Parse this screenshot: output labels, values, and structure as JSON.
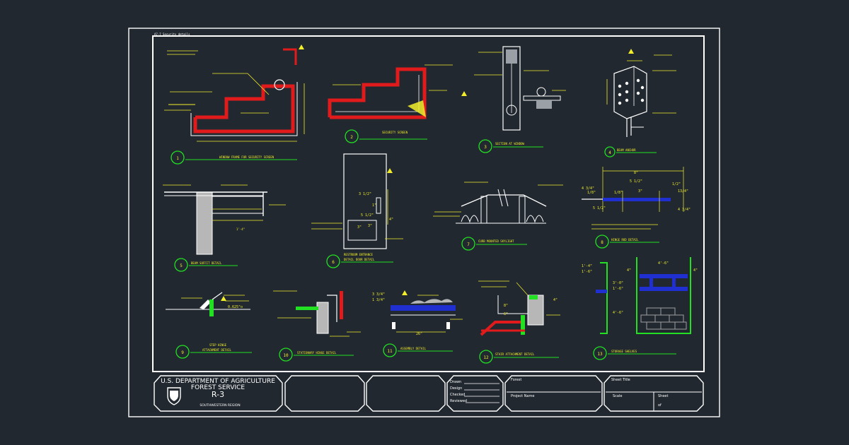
{
  "colors": {
    "background": "#212830",
    "linework": "#ffffff",
    "annotation": "#f2ee2a",
    "callout": "#22e022",
    "hatch_red": "#e11b1b",
    "steel_blue": "#1f2fd0"
  },
  "sheet_tag": "A7-7 Security details",
  "details": [
    {
      "num": "1",
      "title": "WINDOW FRAME FOR SECURITY SCREEN"
    },
    {
      "num": "2",
      "title": "SECURITY SCREEN"
    },
    {
      "num": "3",
      "title": "SECTION AT WINDOW"
    },
    {
      "num": "4",
      "title": "BEAM ANCHOR"
    },
    {
      "num": "5",
      "title": "BEAM SOFFIT DETAIL"
    },
    {
      "num": "6",
      "title": "RESTROOM ENTRANCE",
      "subtitle": "DETAIL DOOR DETAIL"
    },
    {
      "num": "7",
      "title": "CURB MOUNTED SKYLIGHT"
    },
    {
      "num": "8",
      "title": "HINGE ROD DETAIL"
    },
    {
      "num": "9",
      "title": "STEP HINGE",
      "subtitle": "ATTACHMENT DETAIL"
    },
    {
      "num": "10",
      "title": "STATIONARY HINGE DETAIL"
    },
    {
      "num": "11",
      "title": "ASSEMBLY DETAIL"
    },
    {
      "num": "12",
      "title": "STAIR ATTACHMENT DETAIL"
    },
    {
      "num": "13",
      "title": "STORAGE SHELVES"
    }
  ],
  "dims": {
    "d6_a": "3 1/2\"",
    "d6_b": "1\"",
    "d6_c": "5 1/2\"",
    "d6_d": "4\"",
    "d6_e": "3\"",
    "d6_f": "3\"",
    "d8_a": "8\"",
    "d8_b": "5 1/2\"",
    "d8_c": "1/2\"",
    "d8_d": "4 3/4\"",
    "d8_e": "1/8\"",
    "d8_f": "13/4\"",
    "d8_g": "3\"",
    "d8_h": "1/8\"",
    "d8_i": "5 1/2\"",
    "d8_j": "4 3/4\"",
    "d5_a": "1'-4\"",
    "d9_a": "0.625\"o",
    "d11_a": "3 3/4\"",
    "d11_b": "1 3/4\"",
    "d11_c": "26\"",
    "d12_a": "4\"",
    "d12_b": "8\"",
    "d12_c": "6\"",
    "d13_a": "1'-4\"",
    "d13_b": "1'-6\"",
    "d13_c": "4\"",
    "d13_d": "3'-0\"",
    "d13_e": "1'-6\"",
    "d13_f": "4\"",
    "d13_g": "4'-6\"",
    "d13_h": "4'-6\""
  },
  "title_block": {
    "agency_line1": "U.S. DEPARTMENT OF AGRICULTURE",
    "agency_line2": "FOREST SERVICE",
    "region_code": "R-3",
    "region_name": "SOUTHWESTERN REGION",
    "drawn_label": "Drawn",
    "design_label": "Design",
    "checked_label": "Checked",
    "reviewed_label": "Reviewed",
    "forest_label": "Forest",
    "project_label": "Project Name",
    "sheet_title_label": "Sheet Title",
    "scale_label": "Scale",
    "sheet_label": "Sheet",
    "sheet_of": "of"
  }
}
